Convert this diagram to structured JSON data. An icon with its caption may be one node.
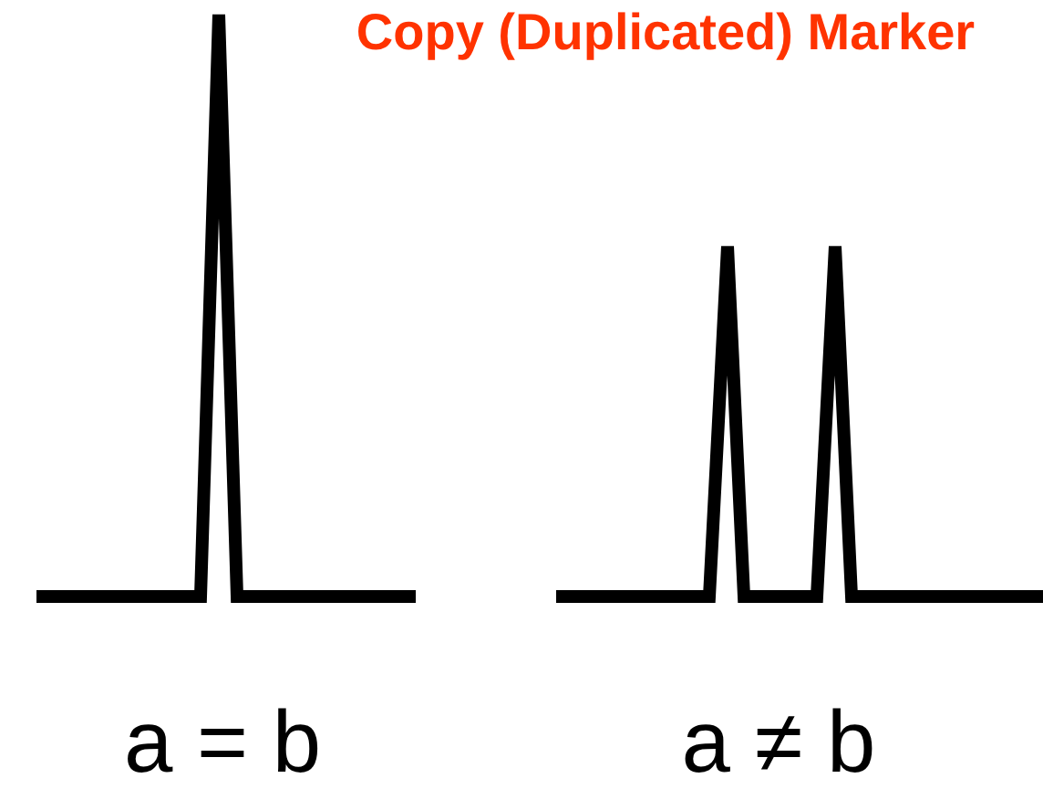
{
  "diagram": {
    "title": "Copy (Duplicated) Marker",
    "labels": [
      "a = b",
      "a ≠ b"
    ]
  }
}
